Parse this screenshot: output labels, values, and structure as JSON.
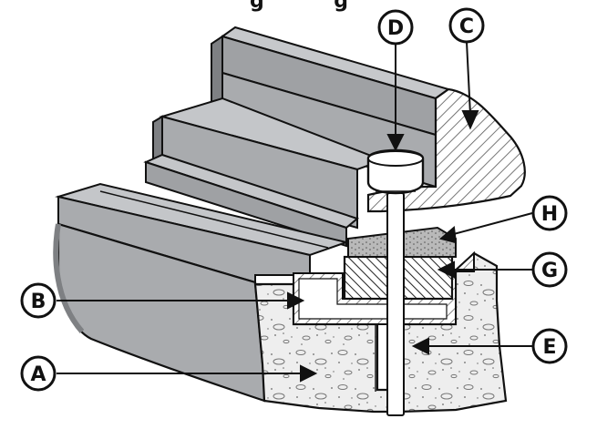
{
  "title_partial": "g          g",
  "callouts": {
    "a": "A",
    "b": "B",
    "c": "C",
    "d": "D",
    "e": "E",
    "g": "G",
    "h": "H"
  },
  "colors": {
    "stone_face": "#a9abae",
    "stone_top": "#c4c6c9",
    "stone_dark": "#7e8083",
    "concrete": "#ececec",
    "hatch": "#444444",
    "outline": "#111111"
  }
}
